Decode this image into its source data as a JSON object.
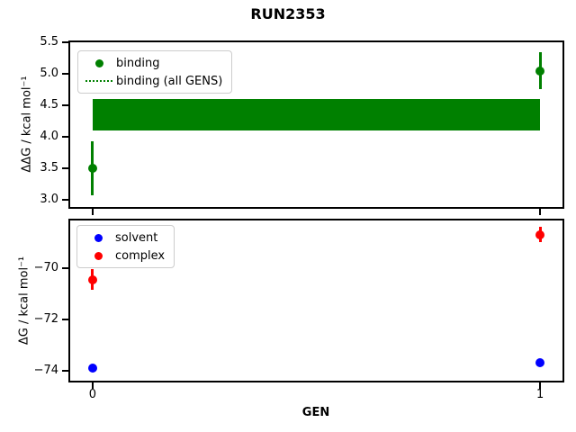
{
  "figure_title": "RUN2353",
  "chart_data": [
    {
      "type": "scatter",
      "title": "RUN2353",
      "xlabel": "",
      "ylabel": "ΔΔG / kcal mol⁻¹",
      "xlim": [
        -0.05,
        1.05
      ],
      "ylim": [
        2.89,
        5.5
      ],
      "grid": false,
      "yticks": [
        {
          "value": 5.5,
          "label": "5.5"
        },
        {
          "value": 5.0,
          "label": "5.0"
        },
        {
          "value": 4.5,
          "label": "4.5"
        },
        {
          "value": 4.0,
          "label": "4.0"
        },
        {
          "value": 3.5,
          "label": "3.5"
        },
        {
          "value": 3.0,
          "label": "3.0"
        }
      ],
      "xticks": [
        {
          "value": 0,
          "label": ""
        },
        {
          "value": 1,
          "label": ""
        }
      ],
      "band": {
        "name": "binding (all GENS)",
        "color": "#008000",
        "x_from": 0,
        "x_to": 1,
        "y_from": 4.1,
        "y_to": 4.6,
        "mean": 4.35,
        "err": 0.25
      },
      "series": [
        {
          "name": "binding",
          "color": "#008000",
          "marker": "circle",
          "points": [
            {
              "x": 0,
              "y": 3.5,
              "yerr": 0.43
            },
            {
              "x": 1,
              "y": 5.05,
              "yerr": 0.29
            }
          ]
        }
      ],
      "legend": {
        "position": "upper left",
        "entries": [
          {
            "label": "binding",
            "marker": "circle",
            "color": "#008000"
          },
          {
            "label": "binding (all GENS)",
            "marker": "dotted-line",
            "color": "#008000"
          }
        ]
      }
    },
    {
      "type": "scatter",
      "title": "",
      "xlabel": "GEN",
      "ylabel": "ΔG / kcal mol⁻¹",
      "xlim": [
        -0.05,
        1.05
      ],
      "ylim": [
        -74.39,
        -68.14
      ],
      "grid": false,
      "yticks": [
        {
          "value": -70,
          "label": "−70"
        },
        {
          "value": -72,
          "label": "−72"
        },
        {
          "value": -74,
          "label": "−74"
        }
      ],
      "xticks": [
        {
          "value": 0,
          "label": "0"
        },
        {
          "value": 1,
          "label": "1"
        }
      ],
      "series": [
        {
          "name": "solvent",
          "color": "#0000ff",
          "marker": "circle",
          "points": [
            {
              "x": 0,
              "y": -73.9,
              "yerr": 0.05
            },
            {
              "x": 1,
              "y": -73.7,
              "yerr": 0.05
            }
          ]
        },
        {
          "name": "complex",
          "color": "#ff0000",
          "marker": "circle",
          "points": [
            {
              "x": 0,
              "y": -70.45,
              "yerr": 0.4
            },
            {
              "x": 1,
              "y": -68.7,
              "yerr": 0.3
            }
          ]
        }
      ],
      "legend": {
        "position": "upper left",
        "entries": [
          {
            "label": "solvent",
            "marker": "circle",
            "color": "#0000ff"
          },
          {
            "label": "complex",
            "marker": "circle",
            "color": "#ff0000"
          }
        ]
      }
    }
  ]
}
